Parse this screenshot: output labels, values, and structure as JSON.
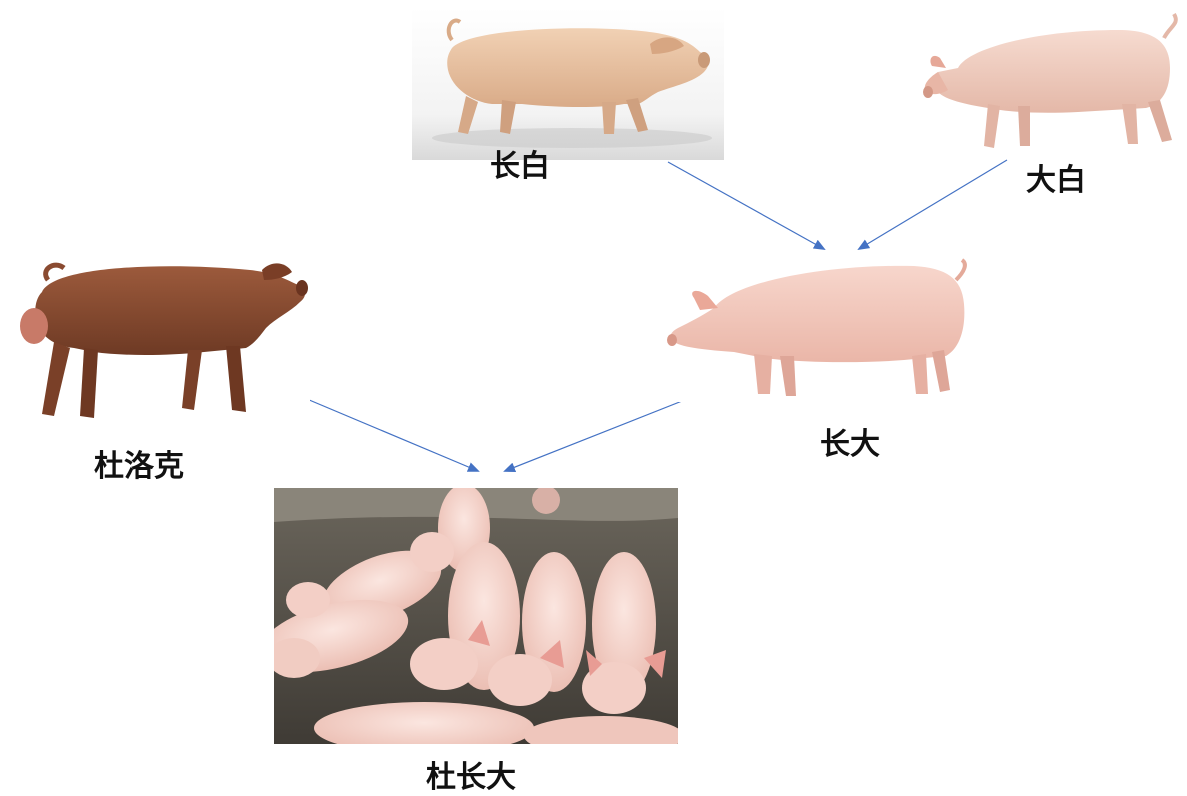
{
  "diagram": {
    "nodes": [
      {
        "id": "landrace",
        "label": "长白",
        "image": "pig-landrace"
      },
      {
        "id": "large-white",
        "label": "大白",
        "image": "pig-large-white"
      },
      {
        "id": "duroc",
        "label": "杜洛克",
        "image": "pig-duroc"
      },
      {
        "id": "landrace-large-white",
        "label": "长大",
        "image": "pig-landrace-large-white"
      },
      {
        "id": "duroc-landrace-large-white",
        "label": "杜长大",
        "image": "piglets-photo"
      }
    ],
    "edges": [
      {
        "from": "landrace",
        "to": "landrace-large-white"
      },
      {
        "from": "large-white",
        "to": "landrace-large-white"
      },
      {
        "from": "duroc",
        "to": "duroc-landrace-large-white"
      },
      {
        "from": "landrace-large-white",
        "to": "duroc-landrace-large-white"
      }
    ],
    "colors": {
      "arrow": "#4472c4",
      "pig_pink": "#f2c2b8",
      "pig_tan": "#e8c4a4",
      "pig_brown": "#8a4a30",
      "floor": "#5a564e"
    }
  }
}
